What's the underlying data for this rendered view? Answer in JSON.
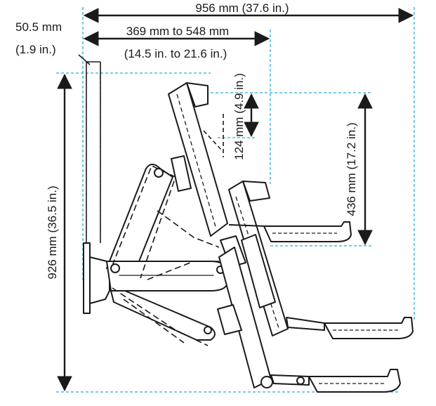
{
  "dimensions": {
    "overall_width": "956 mm (37.6 in.)",
    "extension_range": "369 mm to 548 mm",
    "extension_range_imperial": "(14.5 in. to 21.6 in.)",
    "wall_offset": "50.5 mm",
    "wall_offset_imperial": "(1.9 in.)",
    "overall_height": "926 mm (36.5 in.)",
    "tilt_travel": "124 mm (4.9 in.)",
    "lift_travel": "436 mm (17.2 in.)"
  },
  "colors": {
    "dimension_guides": "#29abe2",
    "linework": "#1a1a1a",
    "fill": "#ffffff"
  }
}
